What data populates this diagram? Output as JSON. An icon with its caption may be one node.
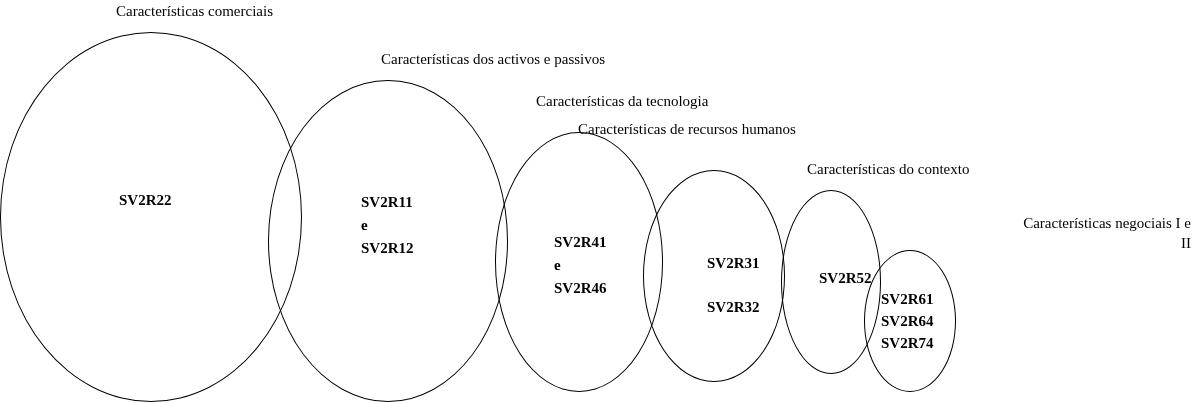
{
  "diagram": {
    "nodes": [
      {
        "text": [
          "Características comerciais",
          "SV2R22"
        ]
      },
      {
        "text": [
          "Características dos activos e passivos",
          "SV2R11 e SV2R12"
        ]
      },
      {
        "text": [
          "Características da tecnologia",
          "SV2R41 e SV2R46"
        ]
      },
      {
        "text": [
          "Características de recursos humanos",
          "SV2R31 SV2R32"
        ]
      },
      {
        "text": [
          "Características do contexto",
          "SV2R52"
        ]
      },
      {
        "text": [
          "Características negociais I e II",
          "SV2R61 SV2R64 SV2R74"
        ]
      }
    ]
  }
}
